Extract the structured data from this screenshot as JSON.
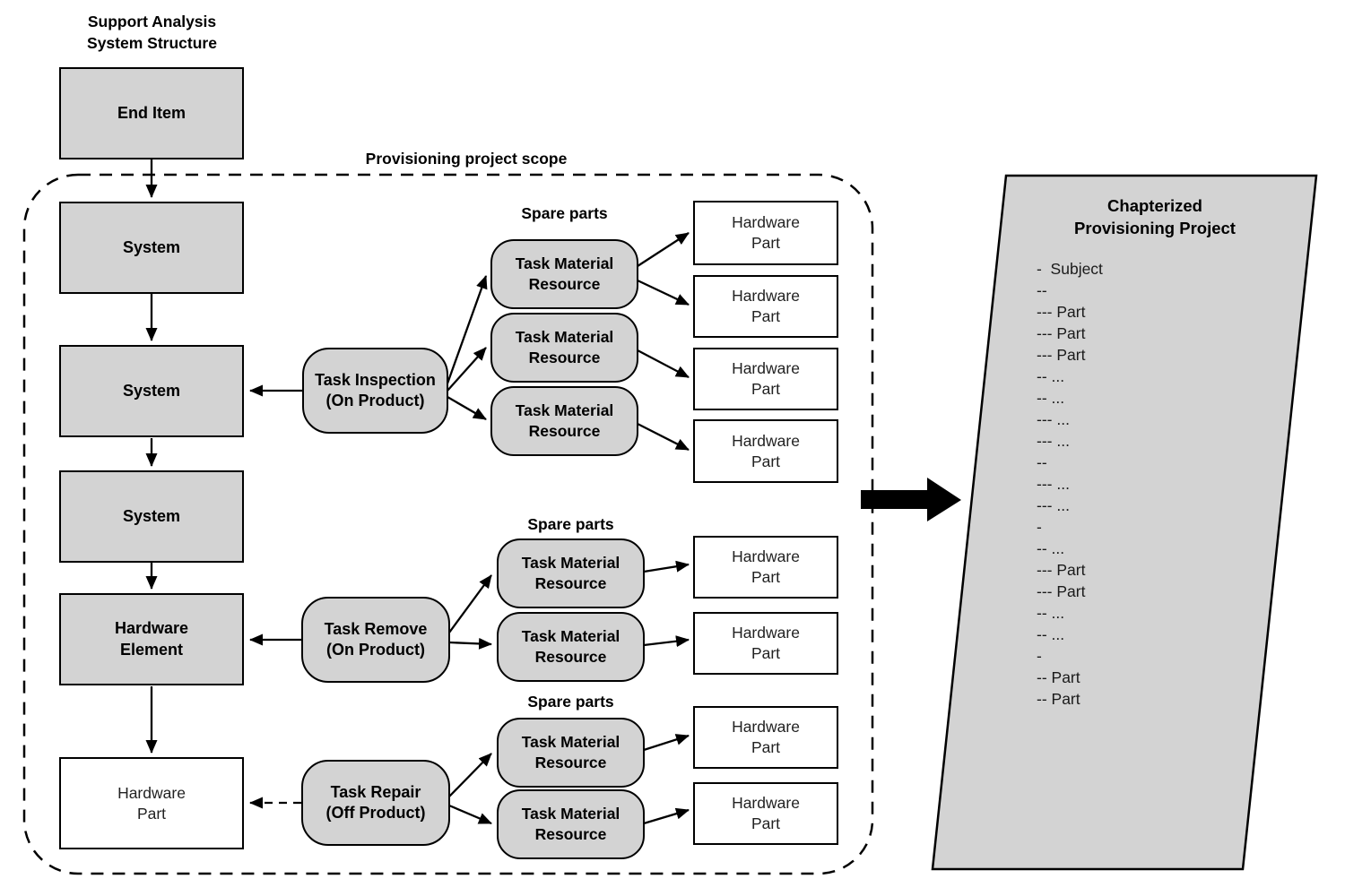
{
  "title": "Support Analysis\nSystem Structure",
  "scope": {
    "label": "Provisioning project scope"
  },
  "hierarchy": {
    "end_item": "End Item",
    "system_1": "System",
    "system_2": "System",
    "system_3": "System",
    "hardware_element": "Hardware\nElement",
    "hardware_part": "Hardware\nPart"
  },
  "groups": [
    {
      "spare_parts_label": "Spare parts",
      "task": "Task Inspection\n(On Product)",
      "resources": [
        "Task Material\nResource",
        "Task Material\nResource",
        "Task Material\nResource"
      ],
      "parts": [
        "Hardware\nPart",
        "Hardware\nPart",
        "Hardware\nPart",
        "Hardware\nPart"
      ]
    },
    {
      "spare_parts_label": "Spare parts",
      "task": "Task Remove\n(On Product)",
      "resources": [
        "Task Material\nResource",
        "Task Material\nResource"
      ],
      "parts": [
        "Hardware\nPart",
        "Hardware\nPart"
      ]
    },
    {
      "spare_parts_label": "Spare parts",
      "task": "Task Repair\n(Off Product)",
      "resources": [
        "Task Material\nResource",
        "Task Material\nResource"
      ],
      "parts": [
        "Hardware\nPart",
        "Hardware\nPart"
      ]
    }
  ],
  "document": {
    "title": "Chapterized\nProvisioning Project",
    "lines": [
      "-  Subject",
      "--",
      "--- Part",
      "--- Part",
      "--- Part",
      "-- ...",
      "-- ...",
      "--- ...",
      "--- ...",
      "--",
      "--- ...",
      "--- ...",
      "-",
      "-- ...",
      "--- Part",
      "--- Part",
      "-- ...",
      "-- ...",
      "-",
      "-- Part",
      "-- Part"
    ]
  },
  "colors": {
    "box_fill": "#d3d3d3",
    "line": "#000000",
    "background": "#ffffff"
  }
}
